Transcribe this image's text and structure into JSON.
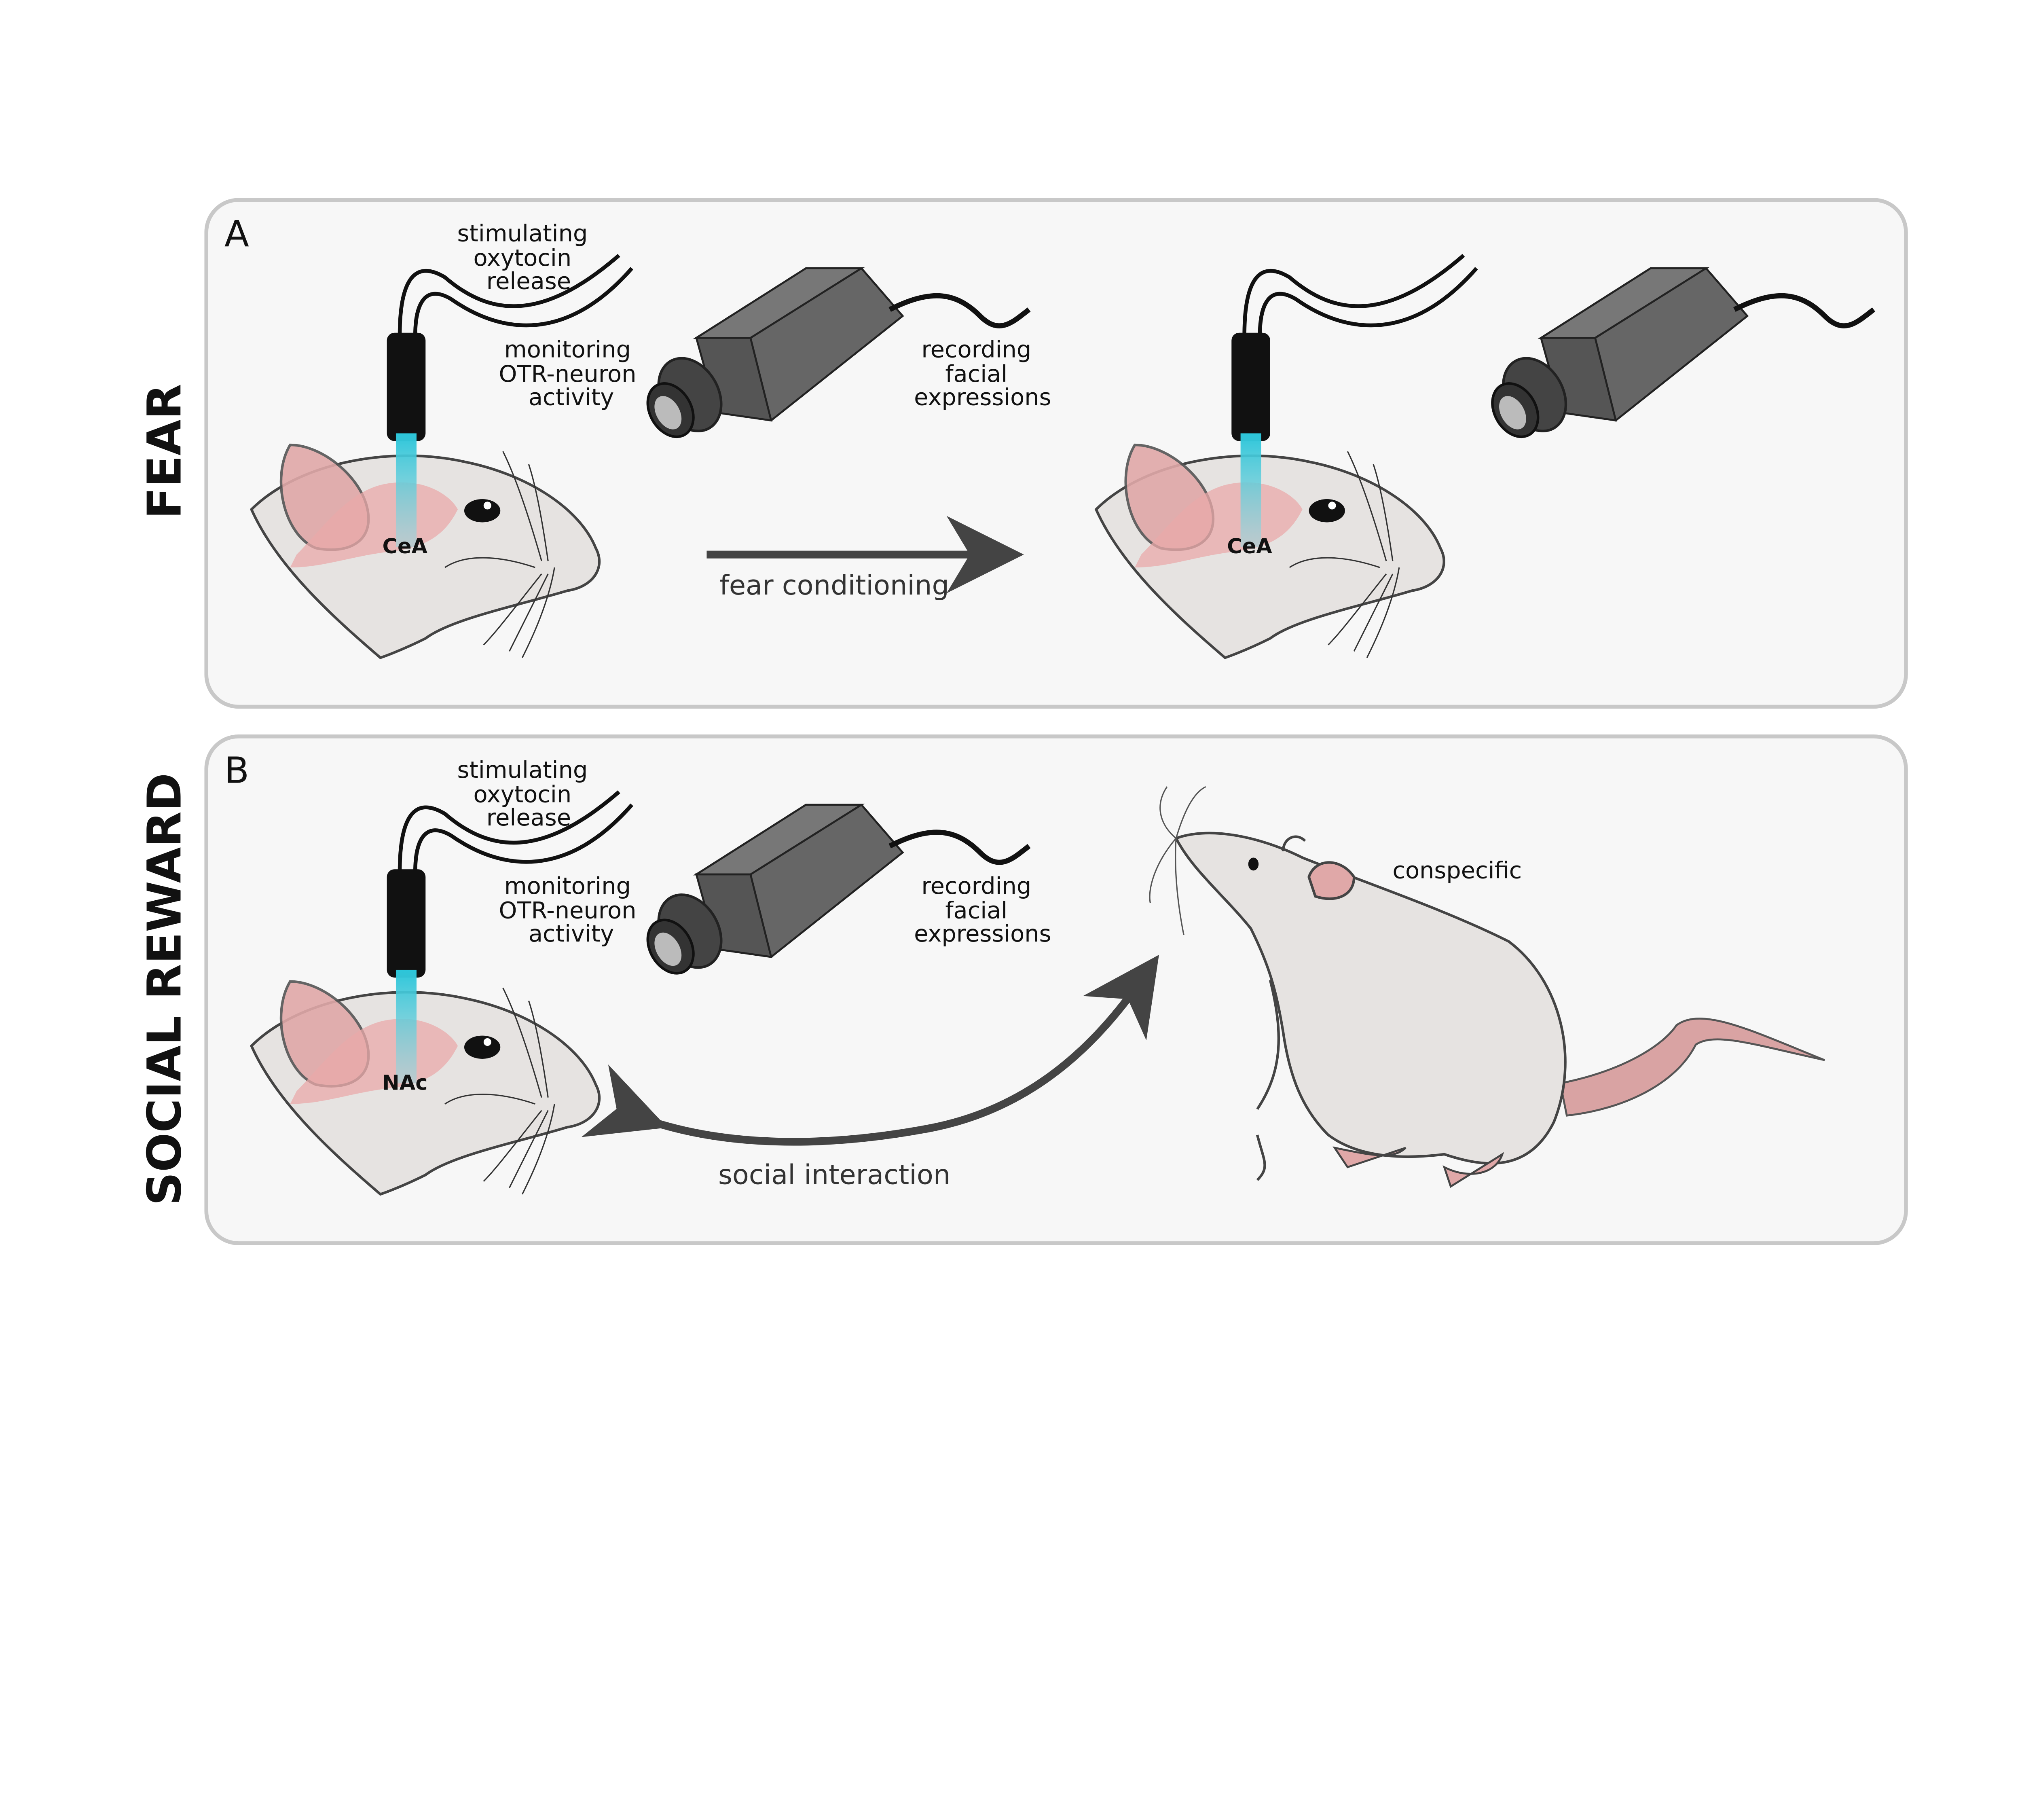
{
  "side_labels": {
    "fear": "FEAR",
    "social_reward": "SOCIAL REWARD"
  },
  "panel_a": {
    "letter": "A",
    "fiber_label": [
      "stimulating",
      "oxytocin",
      "release"
    ],
    "monitor_label": [
      "monitoring",
      "OTR-neuron",
      "activity"
    ],
    "camera_label": [
      "recording",
      "facial",
      "expressions"
    ],
    "region_before": "CeA",
    "region_after": "CeA",
    "arrow_label": "fear conditioning"
  },
  "panel_b": {
    "letter": "B",
    "fiber_label": [
      "stimulating",
      "oxytocin",
      "release"
    ],
    "monitor_label": [
      "monitoring",
      "OTR-neuron",
      "activity"
    ],
    "camera_label": [
      "recording",
      "facial",
      "expressions"
    ],
    "region": "NAc",
    "arrow_label": "social interaction",
    "rat_label": "conspecific"
  },
  "colors": {
    "panel_bg": "#f7f7f7",
    "panel_border": "#c8c8c8",
    "beam": "#3cc8d8",
    "brain": "#e8a8a8",
    "camera": "#666666",
    "fur": "#e6e3e1"
  }
}
